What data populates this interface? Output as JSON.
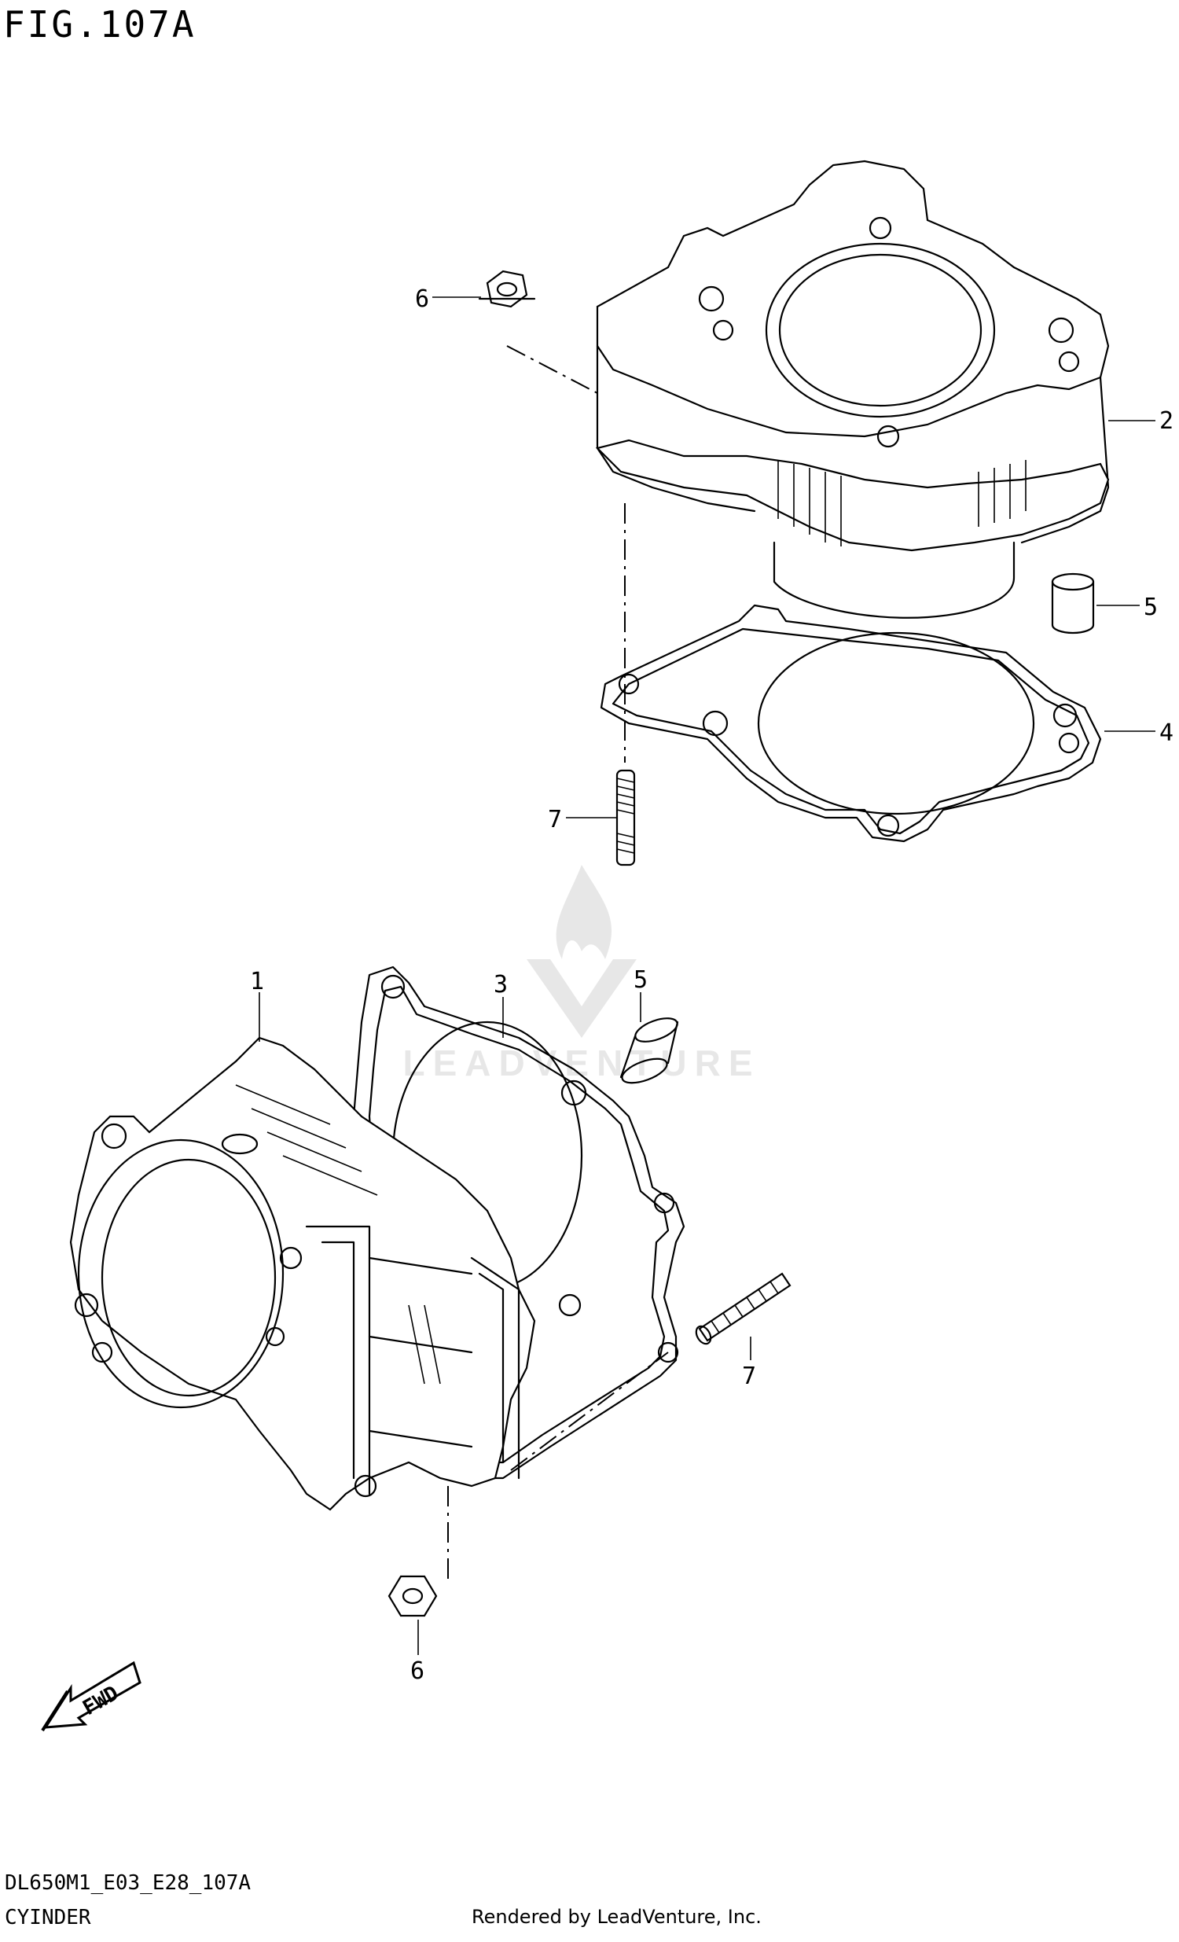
{
  "header": {
    "figure_title": "FIG.107A"
  },
  "callouts": [
    {
      "id": "6a",
      "label": "6"
    },
    {
      "id": "2",
      "label": "2"
    },
    {
      "id": "5a",
      "label": "5"
    },
    {
      "id": "4",
      "label": "4"
    },
    {
      "id": "7a",
      "label": "7"
    },
    {
      "id": "1",
      "label": "1"
    },
    {
      "id": "3",
      "label": "3"
    },
    {
      "id": "5b",
      "label": "5"
    },
    {
      "id": "7b",
      "label": "7"
    },
    {
      "id": "6b",
      "label": "6"
    }
  ],
  "direction_marker": {
    "label": "FWD",
    "icon": "fwd-arrow-icon"
  },
  "watermark": {
    "text": "LEADVENTURE",
    "icon": "flame-v-logo-icon"
  },
  "footer": {
    "diagram_code": "DL650M1_E03_E28_107A",
    "diagram_name": "CYINDER",
    "rendered_by": "Rendered by LeadVenture, Inc."
  }
}
